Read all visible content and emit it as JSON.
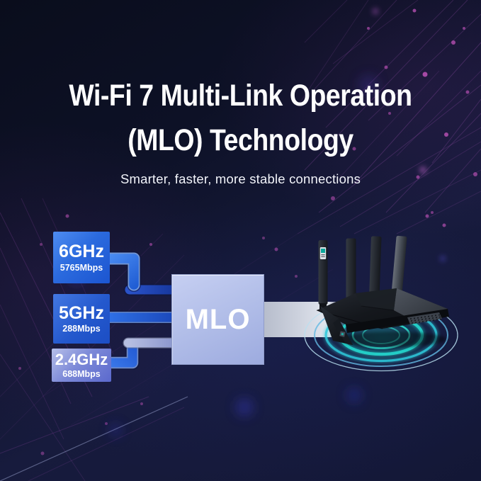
{
  "header": {
    "title_line1": "Wi-Fi 7 Multi-Link Operation",
    "title_line2": "(MLO) Technology",
    "subtitle": "Smarter, faster, more stable connections"
  },
  "diagram": {
    "bands": [
      {
        "name": "6GHz",
        "speed": "5765Mbps"
      },
      {
        "name": "5GHz",
        "speed": "288Mbps"
      },
      {
        "name": "2.4GHz",
        "speed": "688Mbps"
      }
    ],
    "hub_label": "MLO"
  },
  "icons": {
    "router": "wifi-router",
    "signal": "wifi-signal-rings",
    "background": "network-nodes-pattern"
  },
  "colors": {
    "background_navy": "#0d1126",
    "band_blue_light": "#4e8cf0",
    "band_blue_dark": "#1c50c8",
    "band_indigo_light": "#b6bfe9",
    "band_indigo_dark": "#5b69cd",
    "pipe_blue": "#2166e8",
    "pipe_lavender": "#a3adda",
    "hub_fill_light": "#c6cff2",
    "hub_fill_dark": "#9dabdf",
    "output_bar": "#ccd1dd",
    "signal_teal": "#2bd6cf",
    "network_purple": "#a050b8",
    "title_white": "#ffffff"
  }
}
